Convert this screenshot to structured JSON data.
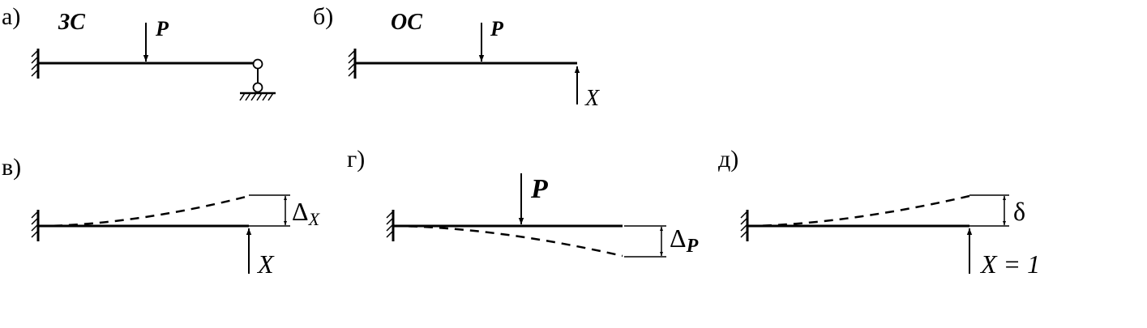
{
  "colors": {
    "ink": "#000000",
    "background": "#ffffff"
  },
  "panel_a": {
    "label": "а)",
    "scheme": "ЗС",
    "load": "P"
  },
  "panel_b": {
    "label": "б)",
    "scheme": "ОС",
    "load": "P",
    "unknown": "X"
  },
  "panel_v": {
    "label": "в)",
    "delta": "Δ",
    "delta_sub": "X",
    "force": "X"
  },
  "panel_g": {
    "label": "г)",
    "load": "P",
    "delta": "Δ",
    "delta_sub": "P"
  },
  "panel_d": {
    "label": "д)",
    "delta": "δ",
    "force": "X = 1"
  }
}
